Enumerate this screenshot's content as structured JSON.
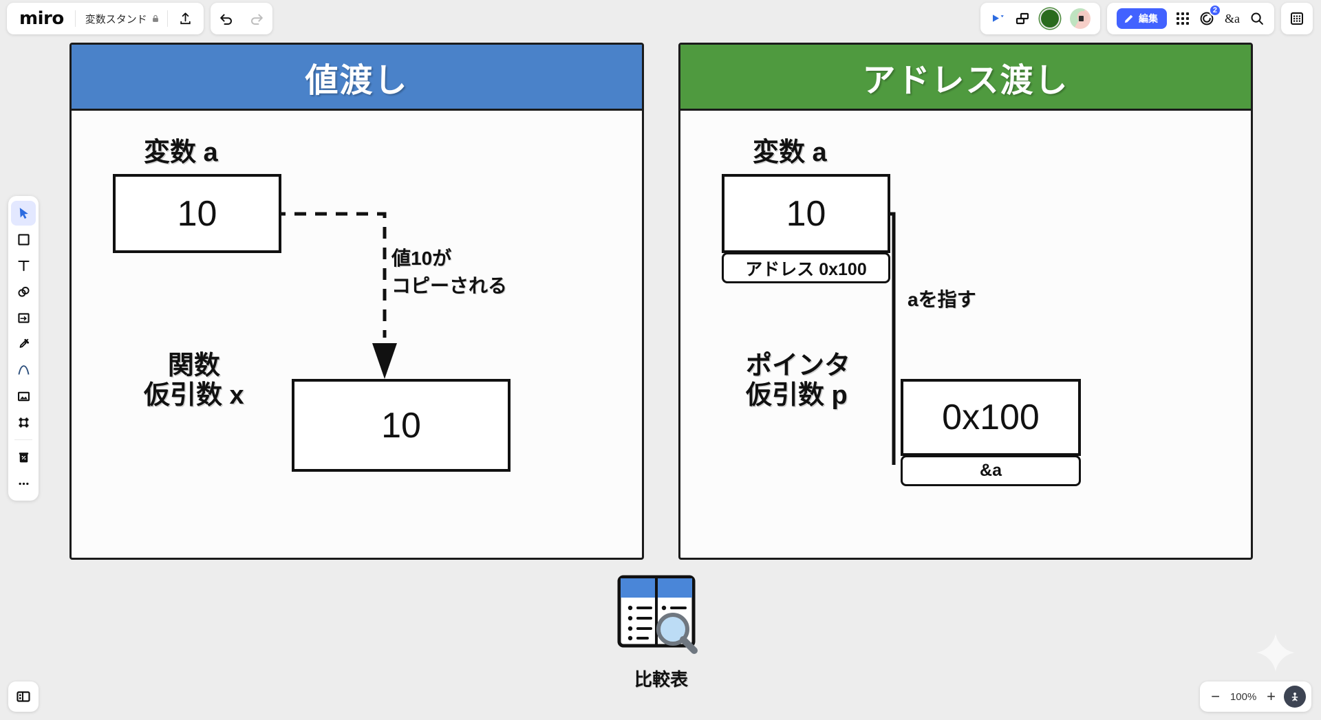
{
  "app": {
    "brand": "miro"
  },
  "topbar": {
    "board_title": "変数スタンド",
    "lock_icon": "lock-icon",
    "share_icon": "share-upload-icon",
    "undo_icon": "undo-arrow-icon",
    "redo_icon": "redo-arrow-icon",
    "present_icon": "present-play-icon",
    "frames_icon": "frames-icon",
    "avatar_self": "avatar-green",
    "avatar_other": "avatar-photo",
    "edit_label": "編集",
    "pencil_icon": "pencil-icon",
    "apps_icon": "apps-grid-icon",
    "comments_icon": "comments-icon",
    "comments_badge": "2",
    "mention_label": "&a",
    "search_icon": "search-icon",
    "table_panel_icon": "table-panel-icon"
  },
  "left_toolbar": {
    "items": [
      {
        "name": "select-tool",
        "icon": "cursor-icon",
        "active": true
      },
      {
        "name": "shape-tool",
        "icon": "square-icon",
        "active": false
      },
      {
        "name": "text-tool",
        "icon": "text-t-icon",
        "active": false
      },
      {
        "name": "sticky-tool",
        "icon": "sticky-notes-icon",
        "active": false
      },
      {
        "name": "card-tool",
        "icon": "card-icon",
        "active": false
      },
      {
        "name": "pen-tool",
        "icon": "pen-icon",
        "active": false
      },
      {
        "name": "curve-tool",
        "icon": "arc-curve-icon",
        "active": false
      },
      {
        "name": "image-tool",
        "icon": "image-icon",
        "active": false
      },
      {
        "name": "frame-tool",
        "icon": "frame-icon",
        "active": false
      },
      {
        "name": "templates-tool",
        "icon": "templates-icon",
        "active": false
      },
      {
        "name": "more-tool",
        "icon": "ellipsis-icon",
        "active": false
      }
    ]
  },
  "canvas": {
    "panel_value": {
      "header": "値渡し",
      "header_color": "#4a82c9",
      "var_label": "変数 a",
      "var_value": "10",
      "note": "値10が\nコピーされる",
      "func_label": "関数\n仮引数 x",
      "func_value": "10"
    },
    "panel_address": {
      "header": "アドレス渡し",
      "header_color": "#4f9a3f",
      "var_label": "変数 a",
      "var_value": "10",
      "var_address": "アドレス 0x100",
      "note": "aを指す",
      "ptr_label": "ポインタ\n仮引数 p",
      "ptr_value": "0x100",
      "ptr_address": "&a"
    },
    "comparison": {
      "label": "比較表",
      "icon": "comparison-table-icon"
    }
  },
  "footer": {
    "panel_toggle_icon": "panel-toggle-icon",
    "zoom_out": "−",
    "zoom_level": "100%",
    "zoom_in": "+",
    "locate_icon": "locate-me-icon",
    "ai_sparkle_icon": "ai-sparkle-icon"
  }
}
